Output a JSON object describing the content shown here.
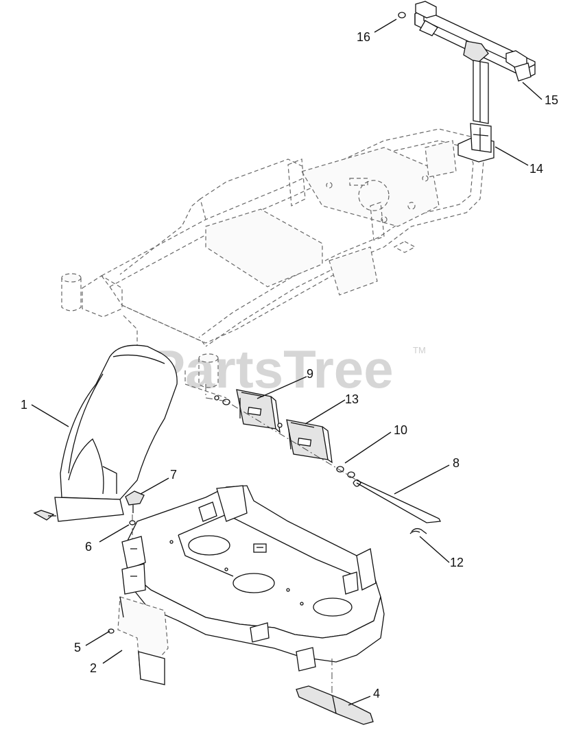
{
  "watermark": {
    "text": "PartsTree",
    "trademark": "TM"
  },
  "callouts": [
    {
      "id": "c1",
      "label": "1"
    },
    {
      "id": "c2",
      "label": "2"
    },
    {
      "id": "c4",
      "label": "4"
    },
    {
      "id": "c5",
      "label": "5"
    },
    {
      "id": "c6",
      "label": "6"
    },
    {
      "id": "c7",
      "label": "7"
    },
    {
      "id": "c8",
      "label": "8"
    },
    {
      "id": "c9",
      "label": "9"
    },
    {
      "id": "c10",
      "label": "10"
    },
    {
      "id": "c12",
      "label": "12"
    },
    {
      "id": "c13",
      "label": "13"
    },
    {
      "id": "c14",
      "label": "14"
    },
    {
      "id": "c15",
      "label": "15"
    },
    {
      "id": "c16",
      "label": "16"
    }
  ]
}
